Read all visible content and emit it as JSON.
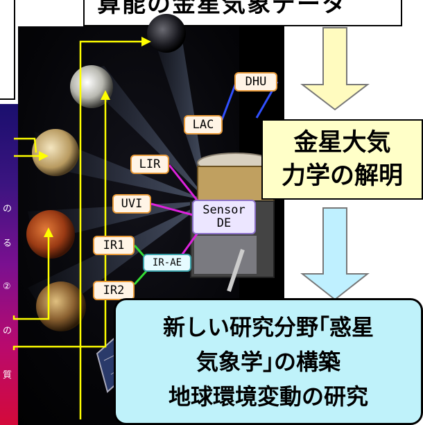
{
  "title": "算能の金星気象データ",
  "labels": {
    "dhu": "DHU",
    "lac": "LAC",
    "lir": "LIR",
    "uvi": "UVI",
    "ir1": "IR1",
    "ir2": "IR2",
    "sensor_line1": "Sensor",
    "sensor_line2": "DE",
    "irae": "IR-AE"
  },
  "venus_box": {
    "line1": "金星大気",
    "line2": "力学の解明"
  },
  "research_box": {
    "line1": "新しい研究分野｢惑星",
    "line2": "気象学｣の構築",
    "line3": "地球環境変動の研究"
  },
  "left_strip_glyphs": [
    "の",
    "る",
    "②",
    "の",
    "質"
  ],
  "colors": {
    "arrow_yellow": "#ffff00",
    "down_arrow_yellow": "#fffbbf",
    "down_arrow_blue": "#bff0ff",
    "connector_green": "#33dd33",
    "connector_magenta": "#dd22dd",
    "connector_blue": "#3050ff"
  }
}
